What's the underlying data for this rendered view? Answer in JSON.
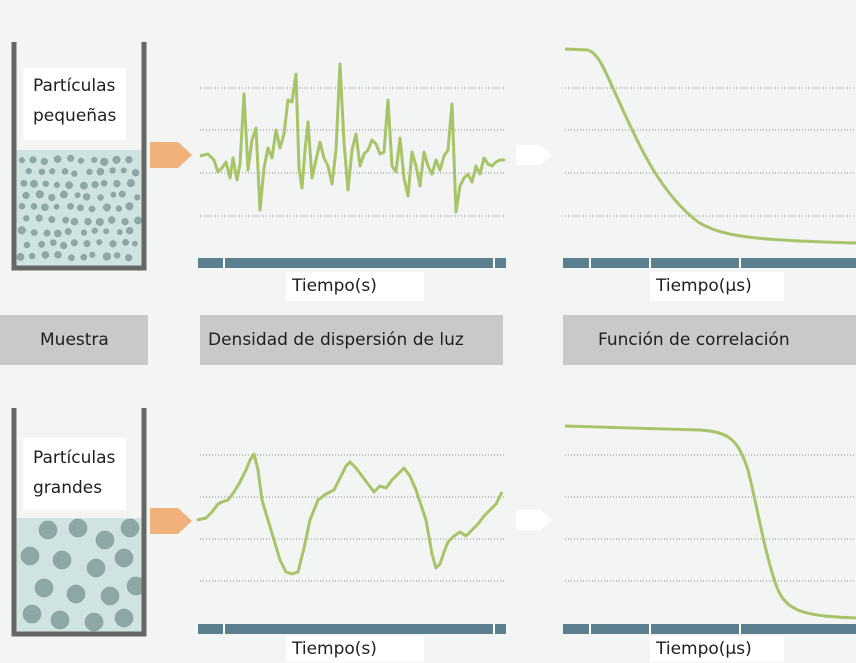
{
  "top_row": {
    "sample_label_line1": "Partículas",
    "sample_label_line2": "pequeñas",
    "scatter_axis_label": "Tiempo(s)",
    "correlation_axis_label": "Tiempo(µs)"
  },
  "middle_band": {
    "sample": "Muestra",
    "scattering": "Densidad de dispersión de luz",
    "correlation": "Función de correlación"
  },
  "bottom_row": {
    "sample_label_line1": "Partículas",
    "sample_label_line2": "grandes",
    "scatter_axis_label": "Tiempo(s)",
    "correlation_axis_label": "Tiempo(µs)"
  },
  "colors": {
    "signal_green": "#a7c468",
    "axis_blue": "#5a8090",
    "arrow_orange": "#f0b27a",
    "liquid_fill": "#cfe4e2",
    "particle": "#8fa7a7",
    "beaker_wall": "#666666",
    "band_gray": "#c9c9c9"
  }
}
